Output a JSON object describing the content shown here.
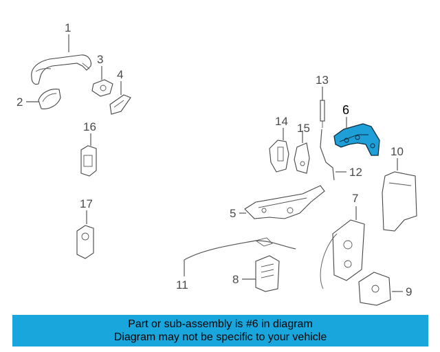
{
  "colors": {
    "highlight_part": "#1e9fd8",
    "banner_bg": "#19a6dd",
    "line": "#444444"
  },
  "callouts": {
    "n1": "1",
    "n2": "2",
    "n3": "3",
    "n4": "4",
    "n5": "5",
    "n6": "6",
    "n7": "7",
    "n8": "8",
    "n9": "9",
    "n10": "10",
    "n11": "11",
    "n12": "12",
    "n13": "13",
    "n14": "14",
    "n15": "15",
    "n16": "16",
    "n17": "17"
  },
  "highlighted_callout": "6",
  "banner": {
    "line1": "Part or sub-assembly is #6 in diagram",
    "line2": "Diagram may not be specific to your vehicle"
  }
}
